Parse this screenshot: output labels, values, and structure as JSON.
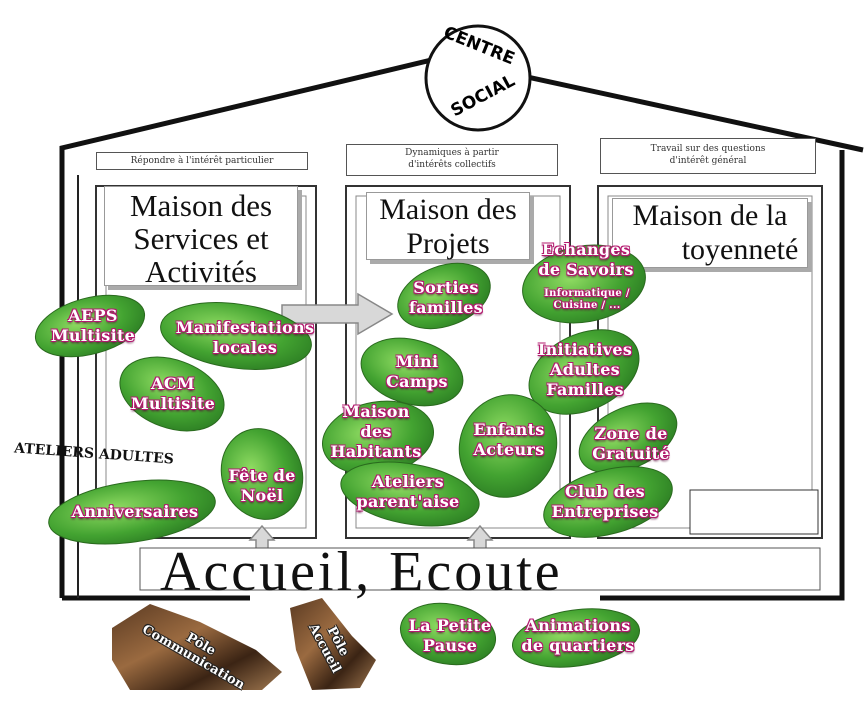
{
  "centre": {
    "line1": "CENTRE",
    "line2": "SOCIAL"
  },
  "captions": {
    "left": "Répondre à l'intérêt particulier",
    "middle_1": "Dynamiques à partir",
    "middle_2": "d'intérêts collectifs",
    "right_1": "Travail sur des questions",
    "right_2": "d'intérêt général"
  },
  "maisons": {
    "services_1": "Maison des",
    "services_2": "Services et",
    "services_3": "Activités",
    "projets_1": "Maison des",
    "projets_2": "Projets",
    "citoyennete_1": "Maison de la",
    "citoyennete_2": "toyenneté"
  },
  "leaves": {
    "aeps_1": "AEPS",
    "aeps_2": "Multisite",
    "manif_1": "Manifestations",
    "manif_2": "locales",
    "acm_1": "ACM",
    "acm_2": "Multisite",
    "sorties_1": "Sorties",
    "sorties_2": "familles",
    "echanges_1": "Echanges",
    "echanges_2": "de Savoirs",
    "echanges_3": "Informatique /",
    "echanges_4": "Cuisine / ...",
    "mini_1": "Mini",
    "mini_2": "Camps",
    "init_1": "Initiatives",
    "init_2": "Adultes",
    "init_3": "Familles",
    "habitants_1": "Maison",
    "habitants_2": "des",
    "habitants_3": "Habitants",
    "enfants_1": "Enfants",
    "enfants_2": "Acteurs",
    "zone_1": "Zone de",
    "zone_2": "Gratuité",
    "fete_1": "Fête de",
    "fete_2": "Noël",
    "ateliers_1": "Ateliers",
    "ateliers_2": "parent'aise",
    "club_1": "Club des",
    "club_2": "Entreprises",
    "anniv": "Anniversaires",
    "petite_1": "La Petite",
    "petite_2": "Pause",
    "anim_1": "Animations",
    "anim_2": "de quartiers"
  },
  "ateliers_adultes": "ATELIERS ADULTES",
  "accueil": "Accueil, Ecoute",
  "poles": {
    "comm_1": "Pôle",
    "comm_2": "Communication",
    "acc_1": "Pôle",
    "acc_2": "Accueil"
  },
  "colors": {
    "leaf": "#3f9a2f",
    "leaf_light": "#7ccf55",
    "label_outline": "#b3186e"
  }
}
